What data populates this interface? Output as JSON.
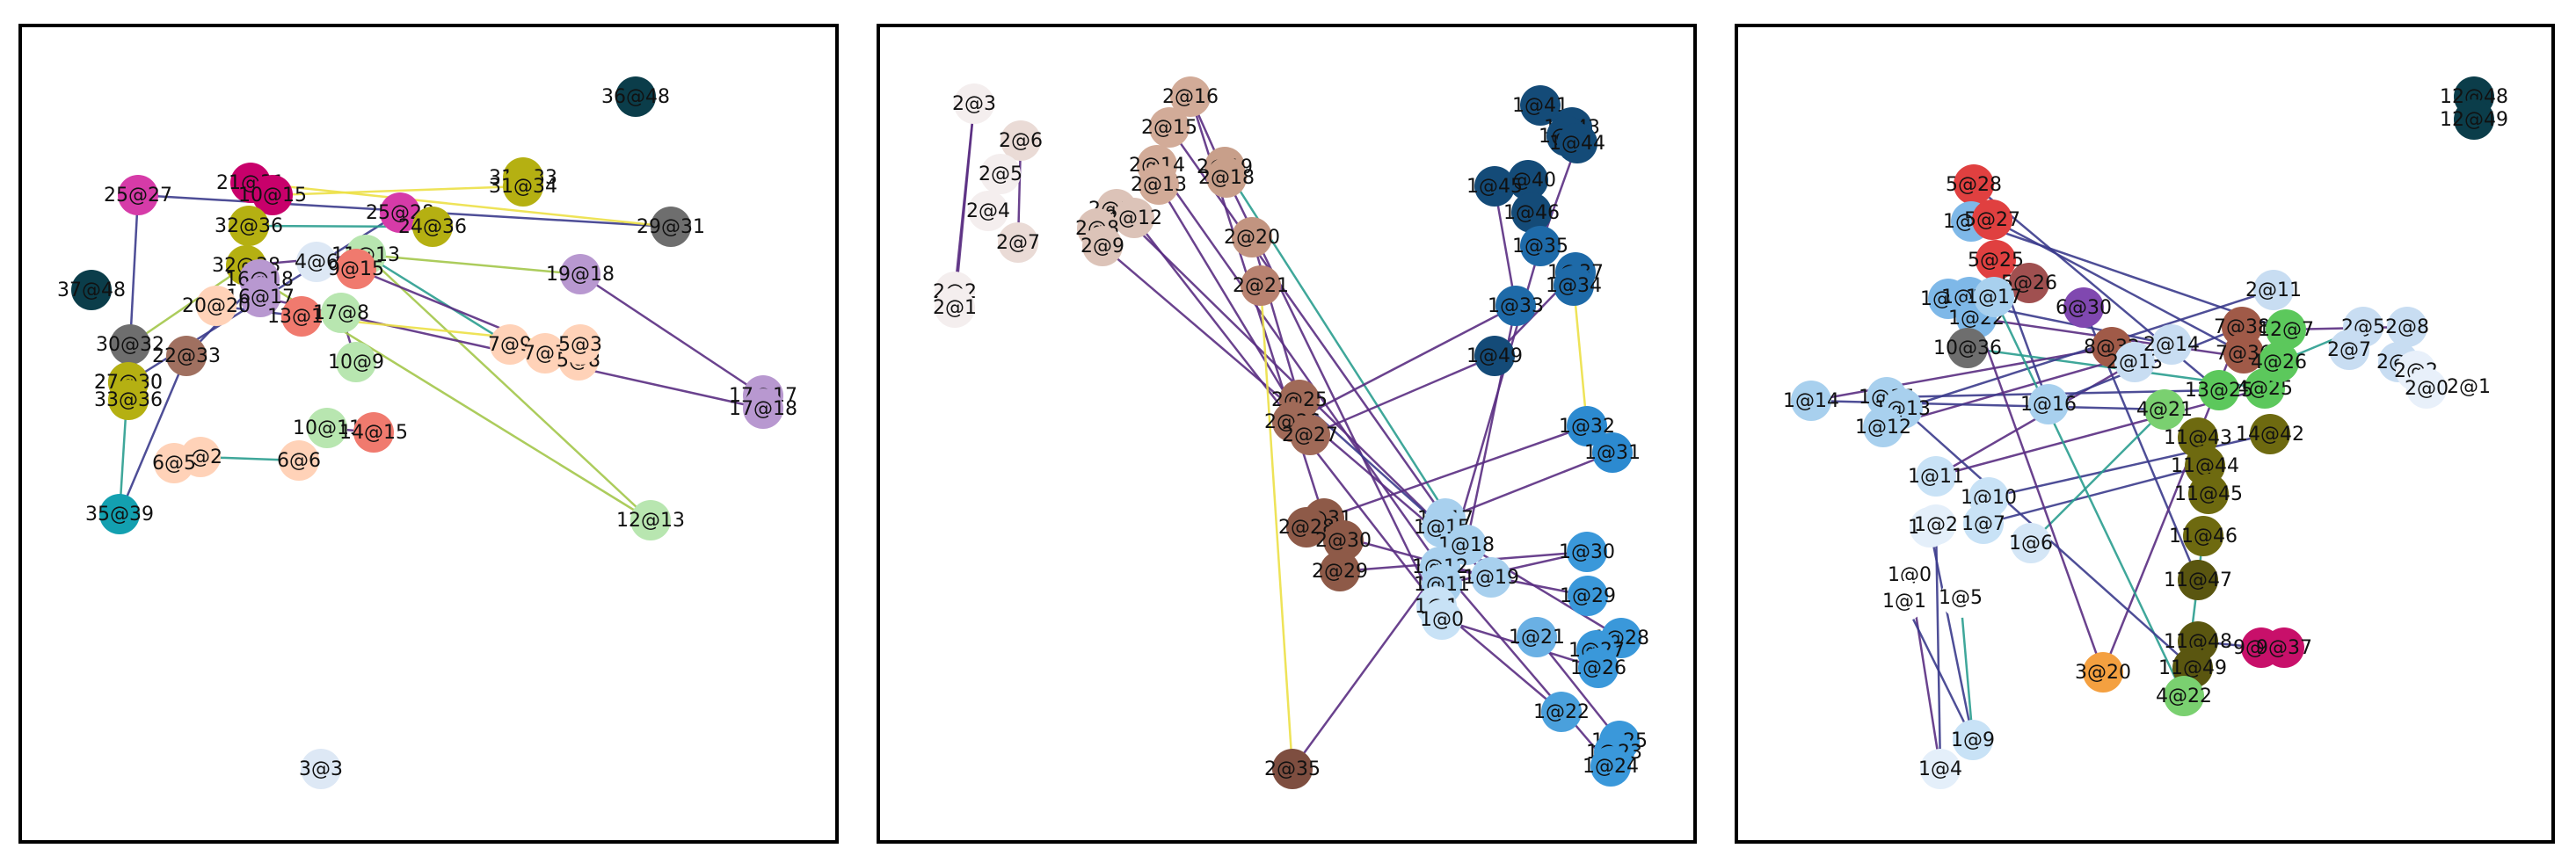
{
  "panels": [
    {
      "nodes": [
        {
          "label": "36@48",
          "color": "#0b3d4a"
        },
        {
          "label": "27@30",
          "color": "#6e6e6e"
        },
        {
          "label": "25@27",
          "color": "#d63ba8"
        },
        {
          "label": "21@31",
          "color": "#c8006b"
        },
        {
          "label": "10@15",
          "color": "#c8006b"
        },
        {
          "label": "31@33",
          "color": "#b5b012"
        },
        {
          "label": "31@34",
          "color": "#b5b012"
        },
        {
          "label": "29@31",
          "color": "#6e6e6e"
        },
        {
          "label": "25@28",
          "color": "#d63ba8"
        },
        {
          "label": "24@36",
          "color": "#b5b012"
        },
        {
          "label": "32@36",
          "color": "#b5b012"
        },
        {
          "label": "32@38",
          "color": "#b5b012"
        },
        {
          "label": "11@13",
          "color": "#b8e6b0"
        },
        {
          "label": "4@6",
          "color": "#dde8f5"
        },
        {
          "label": "19@18",
          "color": "#b898d0"
        },
        {
          "label": "37@48",
          "color": "#0b3d4a"
        },
        {
          "label": "16@18",
          "color": "#b898d0"
        },
        {
          "label": "16@17",
          "color": "#b898d0"
        },
        {
          "label": "20@20",
          "color": "#ffd2b8"
        },
        {
          "label": "13@16",
          "color": "#f07a6e"
        },
        {
          "label": "17@8",
          "color": "#b8e6b0"
        },
        {
          "label": "9@15",
          "color": "#f07a6e"
        },
        {
          "label": "30@32",
          "color": "#6e6e6e"
        },
        {
          "label": "22@33",
          "color": "#a07060"
        },
        {
          "label": "27@30",
          "color": "#b5b012"
        },
        {
          "label": "33@36",
          "color": "#b5b012"
        },
        {
          "label": "7@9",
          "color": "#ffd2b8"
        },
        {
          "label": "7@7",
          "color": "#ffd2b8"
        },
        {
          "label": "5@8",
          "color": "#ffd2b8"
        },
        {
          "label": "5@3",
          "color": "#ffd2b8"
        },
        {
          "label": "10@9",
          "color": "#b8e6b0"
        },
        {
          "label": "17@17",
          "color": "#b898d0"
        },
        {
          "label": "17@18",
          "color": "#b898d0"
        },
        {
          "label": "10@11",
          "color": "#b8e6b0"
        },
        {
          "label": "14@15",
          "color": "#f07a6e"
        },
        {
          "label": "2@2",
          "color": "#ffd2b8"
        },
        {
          "label": "6@5",
          "color": "#ffd2b8"
        },
        {
          "label": "6@6",
          "color": "#ffd2b8"
        },
        {
          "label": "35@39",
          "color": "#13a0b0"
        },
        {
          "label": "12@13",
          "color": "#b8e6b0"
        },
        {
          "label": "3@3",
          "color": "#dde8f5"
        }
      ],
      "edges": [
        [
          "27@30",
          "25@28",
          "#3b3b8c"
        ],
        [
          "25@27",
          "29@31",
          "#3b3b8c"
        ],
        [
          "21@31",
          "29@31",
          "#ece046"
        ],
        [
          "10@15",
          "31@34",
          "#ece046"
        ],
        [
          "32@36",
          "24@36",
          "#2a9d8f"
        ],
        [
          "25@27",
          "30@32",
          "#3b3b8c"
        ],
        [
          "32@38",
          "11@13",
          "#5a2d82"
        ],
        [
          "11@13",
          "12@13",
          "#a3c64a"
        ],
        [
          "11@13",
          "7@9",
          "#2a9d8f"
        ],
        [
          "9@15",
          "5@8",
          "#5a2d82"
        ],
        [
          "16@17",
          "17@18",
          "#5a2d82"
        ],
        [
          "19@18",
          "17@17",
          "#5a2d82"
        ],
        [
          "13@16",
          "5@3",
          "#ece046"
        ],
        [
          "30@32",
          "32@38",
          "#a3c64a"
        ],
        [
          "22@33",
          "16@18",
          "#3b3b8c"
        ],
        [
          "30@32",
          "35@39",
          "#2a9d8f"
        ],
        [
          "22@33",
          "35@39",
          "#3b3b8c"
        ],
        [
          "2@2",
          "6@6",
          "#2a9d8f"
        ],
        [
          "27@30",
          "33@36",
          "#a3c64a"
        ],
        [
          "17@8",
          "10@9",
          "#5a2d82"
        ],
        [
          "10@11",
          "14@15",
          "#5a2d82"
        ],
        [
          "32@36",
          "32@38",
          "#ece046"
        ],
        [
          "16@18",
          "12@13",
          "#a3c64a"
        ],
        [
          "20@20",
          "13@16",
          "#3b3b8c"
        ],
        [
          "4@6",
          "9@15",
          "#5a2d82"
        ],
        [
          "11@13",
          "19@18",
          "#a3c64a"
        ]
      ]
    },
    {
      "nodes": [
        {
          "label": "2@3",
          "color": "#f4eeee"
        },
        {
          "label": "2@6",
          "color": "#eadbd6"
        },
        {
          "label": "2@5",
          "color": "#f4eeee"
        },
        {
          "label": "2@4",
          "color": "#f4eeee"
        },
        {
          "label": "2@7",
          "color": "#eadbd6"
        },
        {
          "label": "2@2",
          "color": "#f4eeee"
        },
        {
          "label": "2@1",
          "color": "#f4eeee"
        },
        {
          "label": "2@16",
          "color": "#d2ab98"
        },
        {
          "label": "2@15",
          "color": "#d2ab98"
        },
        {
          "label": "2@14",
          "color": "#d2ab98"
        },
        {
          "label": "2@13",
          "color": "#d2ab98"
        },
        {
          "label": "2@19",
          "color": "#c89f8a"
        },
        {
          "label": "2@18",
          "color": "#c89f8a"
        },
        {
          "label": "2@10",
          "color": "#dcc3b8"
        },
        {
          "label": "2@12",
          "color": "#dcc3b8"
        },
        {
          "label": "2@8",
          "color": "#dcc3b8"
        },
        {
          "label": "2@9",
          "color": "#dcc3b8"
        },
        {
          "label": "2@20",
          "color": "#c29480"
        },
        {
          "label": "2@21",
          "color": "#b88270"
        },
        {
          "label": "2@25",
          "color": "#a06a58"
        },
        {
          "label": "2@26",
          "color": "#a06a58"
        },
        {
          "label": "2@27",
          "color": "#a06a58"
        },
        {
          "label": "2@31",
          "color": "#8e5a48"
        },
        {
          "label": "2@28",
          "color": "#8e5a48"
        },
        {
          "label": "2@30",
          "color": "#8e5a48"
        },
        {
          "label": "2@29",
          "color": "#8e5a48"
        },
        {
          "label": "2@35",
          "color": "#7e4e40"
        },
        {
          "label": "1@41",
          "color": "#144b78"
        },
        {
          "label": "1@43",
          "color": "#144b78"
        },
        {
          "label": "1@39",
          "color": "#144b78"
        },
        {
          "label": "1@44",
          "color": "#144b78"
        },
        {
          "label": "1@40",
          "color": "#144b78"
        },
        {
          "label": "1@45",
          "color": "#144b78"
        },
        {
          "label": "1@46",
          "color": "#144b78"
        },
        {
          "label": "1@35",
          "color": "#1e6aa8"
        },
        {
          "label": "1@37",
          "color": "#1e6aa8"
        },
        {
          "label": "1@34",
          "color": "#1e6aa8"
        },
        {
          "label": "1@33",
          "color": "#1e6aa8"
        },
        {
          "label": "1@49",
          "color": "#144b78"
        },
        {
          "label": "1@32",
          "color": "#2c8ad0"
        },
        {
          "label": "1@31",
          "color": "#2c8ad0"
        },
        {
          "label": "1@17",
          "color": "#a8d0ee"
        },
        {
          "label": "1@15",
          "color": "#a8d0ee"
        },
        {
          "label": "1@18",
          "color": "#a8d0ee"
        },
        {
          "label": "1@12",
          "color": "#a8d0ee"
        },
        {
          "label": "1@19",
          "color": "#a8d0ee"
        },
        {
          "label": "1@11",
          "color": "#a8d0ee"
        },
        {
          "label": "1@1",
          "color": "#c8e2f6"
        },
        {
          "label": "1@0",
          "color": "#c8e2f6"
        },
        {
          "label": "1@30",
          "color": "#3a98da"
        },
        {
          "label": "1@29",
          "color": "#3a98da"
        },
        {
          "label": "1@28",
          "color": "#3a98da"
        },
        {
          "label": "1@21",
          "color": "#6ab0e4"
        },
        {
          "label": "1@27",
          "color": "#3a98da"
        },
        {
          "label": "1@26",
          "color": "#3a98da"
        },
        {
          "label": "1@22",
          "color": "#4aa0dc"
        },
        {
          "label": "1@25",
          "color": "#3a98da"
        },
        {
          "label": "1@23",
          "color": "#3a98da"
        },
        {
          "label": "1@24",
          "color": "#3a98da"
        }
      ],
      "edges": [
        [
          "2@3",
          "2@1",
          "#5a2d82"
        ],
        [
          "2@3",
          "2@2",
          "#5a2d82"
        ],
        [
          "2@6",
          "2@7",
          "#5a2d82"
        ],
        [
          "2@16",
          "2@18",
          "#5a2d82"
        ],
        [
          "2@16",
          "2@31",
          "#5a2d82"
        ],
        [
          "2@15",
          "1@17",
          "#5a2d82"
        ],
        [
          "2@14",
          "1@12",
          "#5a2d82"
        ],
        [
          "2@13",
          "2@27",
          "#5a2d82"
        ],
        [
          "2@10",
          "1@15",
          "#5a2d82"
        ],
        [
          "2@12",
          "1@1",
          "#5a2d82"
        ],
        [
          "2@9",
          "1@19",
          "#5a2d82"
        ],
        [
          "2@19",
          "1@18",
          "#2a9d8f"
        ],
        [
          "2@18",
          "1@0",
          "#5a2d82"
        ],
        [
          "2@20",
          "2@25",
          "#5a2d82"
        ],
        [
          "2@21",
          "2@35",
          "#ece046"
        ],
        [
          "2@25",
          "1@15",
          "#3b3b8c"
        ],
        [
          "2@26",
          "1@33",
          "#5a2d82"
        ],
        [
          "2@27",
          "1@49",
          "#5a2d82"
        ],
        [
          "2@31",
          "1@32",
          "#5a2d82"
        ],
        [
          "2@29",
          "1@30",
          "#5a2d82"
        ],
        [
          "2@28",
          "1@19",
          "#5a2d82"
        ],
        [
          "2@35",
          "1@12",
          "#5a2d82"
        ],
        [
          "1@41",
          "1@39",
          "#5a2d82"
        ],
        [
          "1@44",
          "1@35",
          "#5a2d82"
        ],
        [
          "1@45",
          "1@33",
          "#5a2d82"
        ],
        [
          "1@37",
          "1@49",
          "#5a2d82"
        ],
        [
          "1@34",
          "1@32",
          "#ece046"
        ],
        [
          "1@32",
          "1@31",
          "#5a2d82"
        ],
        [
          "1@31",
          "1@17",
          "#5a2d82"
        ],
        [
          "1@30",
          "1@11",
          "#5a2d82"
        ],
        [
          "1@29",
          "1@12",
          "#5a2d82"
        ],
        [
          "1@28",
          "1@18",
          "#5a2d82"
        ],
        [
          "1@26",
          "1@0",
          "#5a2d82"
        ],
        [
          "1@22",
          "1@1",
          "#5a2d82"
        ],
        [
          "1@25",
          "1@21",
          "#5a2d82"
        ],
        [
          "1@24",
          "1@12",
          "#5a2d82"
        ],
        [
          "1@33",
          "1@18",
          "#5a2d82"
        ],
        [
          "1@35",
          "1@11",
          "#5a2d82"
        ]
      ]
    },
    {
      "nodes": [
        {
          "label": "12@48",
          "color": "#0b3d4a"
        },
        {
          "label": "12@49",
          "color": "#0b3d4a"
        },
        {
          "label": "5@28",
          "color": "#e04040"
        },
        {
          "label": "1@32",
          "color": "#7eb8e8"
        },
        {
          "label": "5@27",
          "color": "#e04040"
        },
        {
          "label": "5@25",
          "color": "#e04040"
        },
        {
          "label": "5@26",
          "color": "#a05050"
        },
        {
          "label": "1@24",
          "color": "#7eb8e8"
        },
        {
          "label": "1@23",
          "color": "#7eb8e8"
        },
        {
          "label": "1@22",
          "color": "#7eb8e8"
        },
        {
          "label": "1@17",
          "color": "#a8d0ee"
        },
        {
          "label": "10@36",
          "color": "#6e6e6e"
        },
        {
          "label": "6@30",
          "color": "#8048b0"
        },
        {
          "label": "8@32",
          "color": "#a05a48"
        },
        {
          "label": "2@13",
          "color": "#c8ddf2"
        },
        {
          "label": "2@14",
          "color": "#c8ddf2"
        },
        {
          "label": "2@11",
          "color": "#c8ddf2"
        },
        {
          "label": "2@8",
          "color": "#c8ddf2"
        },
        {
          "label": "2@5",
          "color": "#c8ddf2"
        },
        {
          "label": "2@7",
          "color": "#c8ddf2"
        },
        {
          "label": "2@4",
          "color": "#c8ddf2"
        },
        {
          "label": "2@2",
          "color": "#e8f0fa"
        },
        {
          "label": "2@0",
          "color": "#e8f0fa"
        },
        {
          "label": "2@1",
          "color": "#ffffff"
        },
        {
          "label": "1@14",
          "color": "#a8d0ee"
        },
        {
          "label": "1@15",
          "color": "#a8d0ee"
        },
        {
          "label": "1@13",
          "color": "#a8d0ee"
        },
        {
          "label": "1@12",
          "color": "#a8d0ee"
        },
        {
          "label": "1@16",
          "color": "#a8d0ee"
        },
        {
          "label": "4@21",
          "color": "#7ad070"
        },
        {
          "label": "4@25",
          "color": "#5cc85c"
        },
        {
          "label": "13@25",
          "color": "#5cc85c"
        },
        {
          "label": "7@38",
          "color": "#a05a48"
        },
        {
          "label": "7@36",
          "color": "#a05a48"
        },
        {
          "label": "4@26",
          "color": "#5cc85c"
        },
        {
          "label": "12@7",
          "color": "#5cc85c"
        },
        {
          "label": "11@43",
          "color": "#6e6a10"
        },
        {
          "label": "14@42",
          "color": "#6e6a10"
        },
        {
          "label": "11@44",
          "color": "#6e6a10"
        },
        {
          "label": "11@45",
          "color": "#6e6a10"
        },
        {
          "label": "11@46",
          "color": "#6e6a10"
        },
        {
          "label": "11@47",
          "color": "#5a5610"
        },
        {
          "label": "11@48",
          "color": "#5a5610"
        },
        {
          "label": "11@49",
          "color": "#5a5610"
        },
        {
          "label": "9@35",
          "color": "#c8106a"
        },
        {
          "label": "9@37",
          "color": "#c8106a"
        },
        {
          "label": "1@11",
          "color": "#c8e2f6"
        },
        {
          "label": "1@10",
          "color": "#c8e2f6"
        },
        {
          "label": "1@7",
          "color": "#c8e2f6"
        },
        {
          "label": "1@3",
          "color": "#e4effa"
        },
        {
          "label": "1@2",
          "color": "#e4effa"
        },
        {
          "label": "1@6",
          "color": "#d4e6f6"
        },
        {
          "label": "1@0",
          "color": "#ffffff"
        },
        {
          "label": "1@1",
          "color": "#ffffff"
        },
        {
          "label": "1@5",
          "color": "#ffffff"
        },
        {
          "label": "3@20",
          "color": "#f4a040"
        },
        {
          "label": "4@22",
          "color": "#7ad070"
        },
        {
          "label": "1@9",
          "color": "#c8e2f6"
        },
        {
          "label": "1@4",
          "color": "#e4effa"
        }
      ],
      "edges": [
        [
          "5@28",
          "13@25",
          "#3b3b8c"
        ],
        [
          "1@32",
          "12@7",
          "#3b3b8c"
        ],
        [
          "5@27",
          "7@36",
          "#3b3b8c"
        ],
        [
          "5@25",
          "1@16",
          "#3b3b8c"
        ],
        [
          "1@24",
          "2@14",
          "#3b3b8c"
        ],
        [
          "1@22",
          "4@26",
          "#5a2d82"
        ],
        [
          "10@36",
          "4@25",
          "#2a9d8f"
        ],
        [
          "6@30",
          "11@47",
          "#3b3b8c"
        ],
        [
          "8@32",
          "1@14",
          "#5a2d82"
        ],
        [
          "2@13",
          "1@11",
          "#5a2d82"
        ],
        [
          "2@14",
          "1@12",
          "#5a2d82"
        ],
        [
          "1@14",
          "4@21",
          "#3b3b8c"
        ],
        [
          "1@15",
          "13@25",
          "#3b3b8c"
        ],
        [
          "1@13",
          "2@11",
          "#3b3b8c"
        ],
        [
          "1@16",
          "7@38",
          "#3b3b8c"
        ],
        [
          "1@11",
          "4@25",
          "#5a2d82"
        ],
        [
          "1@10",
          "14@42",
          "#3b3b8c"
        ],
        [
          "1@7",
          "11@44",
          "#3b3b8c"
        ],
        [
          "1@6",
          "4@21",
          "#2a9d8f"
        ],
        [
          "1@2",
          "1@4",
          "#3b3b8c"
        ],
        [
          "1@3",
          "1@9",
          "#3b3b8c"
        ],
        [
          "1@5",
          "1@9",
          "#2a9d8f"
        ],
        [
          "1@0",
          "1@4",
          "#5a2d82"
        ],
        [
          "1@1",
          "1@9",
          "#3b3b8c"
        ],
        [
          "3@20",
          "7@38",
          "#5a2d82"
        ],
        [
          "4@22",
          "11@46",
          "#2a9d8f"
        ],
        [
          "11@48",
          "9@35",
          "#3b3b8c"
        ],
        [
          "1@15",
          "1@12",
          "#ece046"
        ],
        [
          "1@22",
          "3@20",
          "#5a2d82"
        ],
        [
          "4@26",
          "2@5",
          "#2a9d8f"
        ],
        [
          "1@17",
          "4@22",
          "#2a9d8f"
        ],
        [
          "12@7",
          "2@8",
          "#5a2d82"
        ],
        [
          "1@13",
          "11@49",
          "#3b3b8c"
        ]
      ]
    }
  ]
}
